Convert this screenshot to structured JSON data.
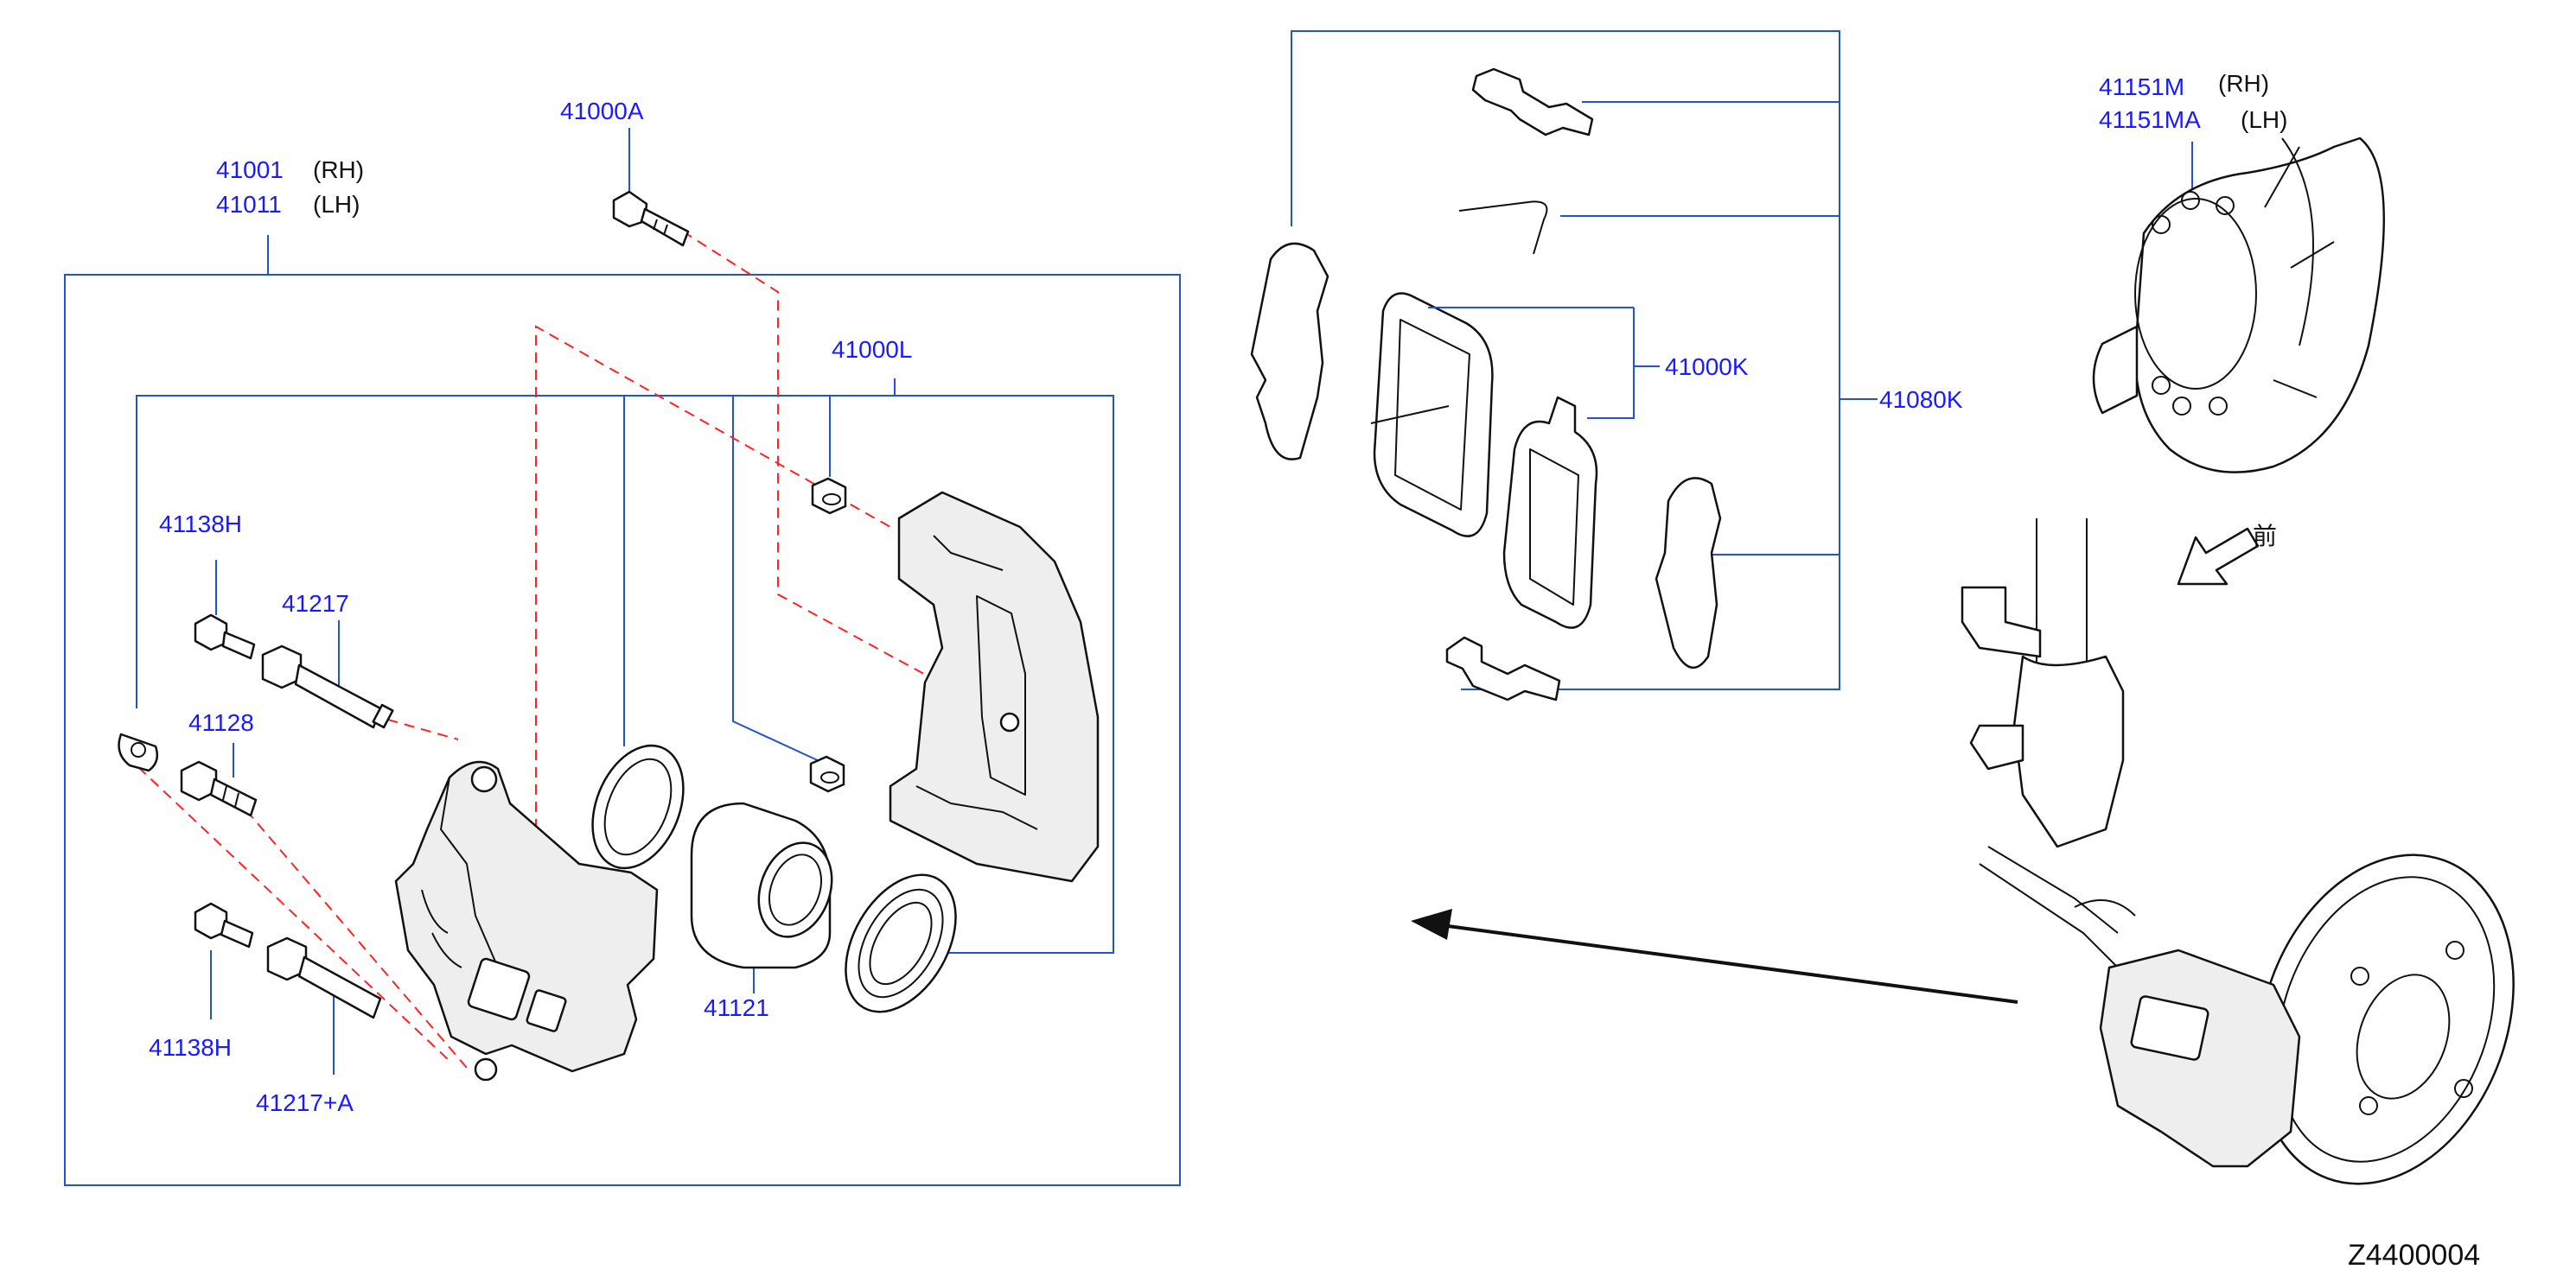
{
  "labels": {
    "l41000A": "41000A",
    "l41001": "41001",
    "l41011": "41011",
    "rh": "(RH)",
    "lh": "(LH)",
    "l41000L": "41000L",
    "l41138H_top": "41138H",
    "l41217": "41217",
    "l41128": "41128",
    "l41138H_bot": "41138H",
    "l41217A": "41217+A",
    "l41121": "41121",
    "l41000K": "41000K",
    "l41080K": "41080K",
    "l41151M": "41151M",
    "l41151MA": "41151MA",
    "rh2": "(RH)",
    "lh2": "(LH)",
    "front": "前",
    "diagram_code": "Z4400004"
  },
  "colors": {
    "part_number": "#1a1aff",
    "leader_line": "#2255cc",
    "dashed_line": "#ff2222",
    "outline": "#111111"
  }
}
